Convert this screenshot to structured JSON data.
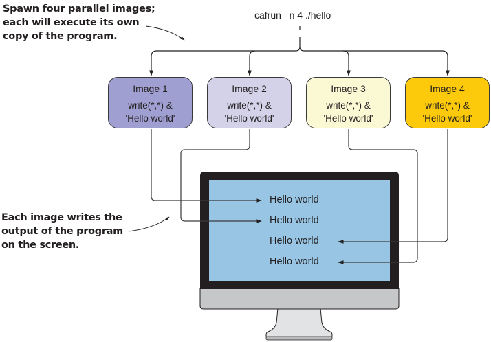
{
  "annotations": {
    "top": {
      "lines": [
        "Spawn four parallel images;",
        "each will execute its own",
        "copy of the program."
      ]
    },
    "bottom": {
      "lines": [
        "Each image writes the",
        "output of the program",
        "on the screen."
      ]
    }
  },
  "command": "cafrun –n 4 ./hello",
  "images": [
    {
      "title": "Image 1",
      "code_line1": "write(*,*) &",
      "code_line2": "'Hello world'",
      "color": "#a09fd2"
    },
    {
      "title": "Image 2",
      "code_line1": "write(*,*) &",
      "code_line2": "'Hello world'",
      "color": "#d3d2e9"
    },
    {
      "title": "Image 3",
      "code_line1": "write(*,*) &",
      "code_line2": "'Hello world'",
      "color": "#fbf8d4"
    },
    {
      "title": "Image 4",
      "code_line1": "write(*,*) &",
      "code_line2": "'Hello world'",
      "color": "#fcca0b"
    }
  ],
  "screen": {
    "output_lines": [
      "Hello world",
      "Hello world",
      "Hello world",
      "Hello world"
    ],
    "screen_color": "#97c5e3",
    "bezel_color": "#231f20"
  }
}
